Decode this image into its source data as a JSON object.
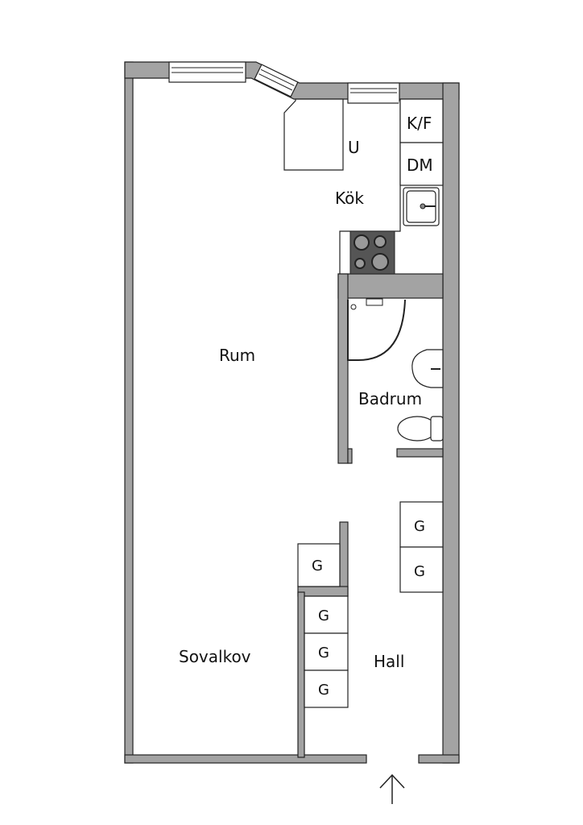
{
  "rooms": {
    "rum": "Rum",
    "kok": "Kök",
    "badrum": "Badrum",
    "sovalkov": "Sovalkov",
    "hall": "Hall"
  },
  "fixtures": {
    "kf": "K/F",
    "dm": "DM",
    "u": "U",
    "closets": [
      "G",
      "G",
      "G",
      "G",
      "G",
      "G"
    ]
  },
  "colors": {
    "wall": "#a3a3a3",
    "stove": "#555555"
  }
}
